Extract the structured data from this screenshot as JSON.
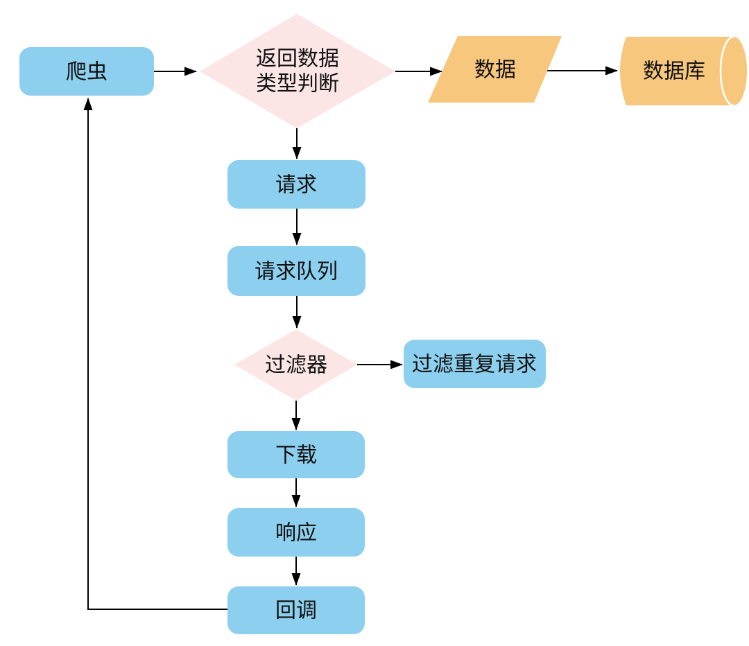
{
  "diagram": {
    "background": "#ffffff",
    "colors": {
      "process_fill": "#8dcfee",
      "decision_fill": "#fbe6e5",
      "data_fill": "#f6c77c",
      "arrow": "#000000",
      "text": "#111111"
    },
    "nodes": {
      "crawler": {
        "label": "爬虫",
        "shape": "rounded-rect"
      },
      "type_judgment": {
        "label_line1": "返回数据",
        "label_line2": "类型判断",
        "shape": "diamond"
      },
      "data": {
        "label": "数据",
        "shape": "parallelogram"
      },
      "database": {
        "label": "数据库",
        "shape": "cylinder"
      },
      "request": {
        "label": "请求",
        "shape": "rounded-rect"
      },
      "request_queue": {
        "label": "请求队列",
        "shape": "rounded-rect"
      },
      "filter": {
        "label": "过滤器",
        "shape": "diamond"
      },
      "filter_duplicate": {
        "label": "过滤重复请求",
        "shape": "rounded-rect"
      },
      "download": {
        "label": "下载",
        "shape": "rounded-rect"
      },
      "response": {
        "label": "响应",
        "shape": "rounded-rect"
      },
      "callback": {
        "label": "回调",
        "shape": "rounded-rect"
      }
    },
    "edges": [
      {
        "from": "crawler",
        "to": "type_judgment"
      },
      {
        "from": "type_judgment",
        "to": "data"
      },
      {
        "from": "data",
        "to": "database"
      },
      {
        "from": "type_judgment",
        "to": "request"
      },
      {
        "from": "request",
        "to": "request_queue"
      },
      {
        "from": "request_queue",
        "to": "filter"
      },
      {
        "from": "filter",
        "to": "filter_duplicate"
      },
      {
        "from": "filter",
        "to": "download"
      },
      {
        "from": "download",
        "to": "response"
      },
      {
        "from": "response",
        "to": "callback"
      },
      {
        "from": "callback",
        "to": "crawler"
      }
    ]
  }
}
